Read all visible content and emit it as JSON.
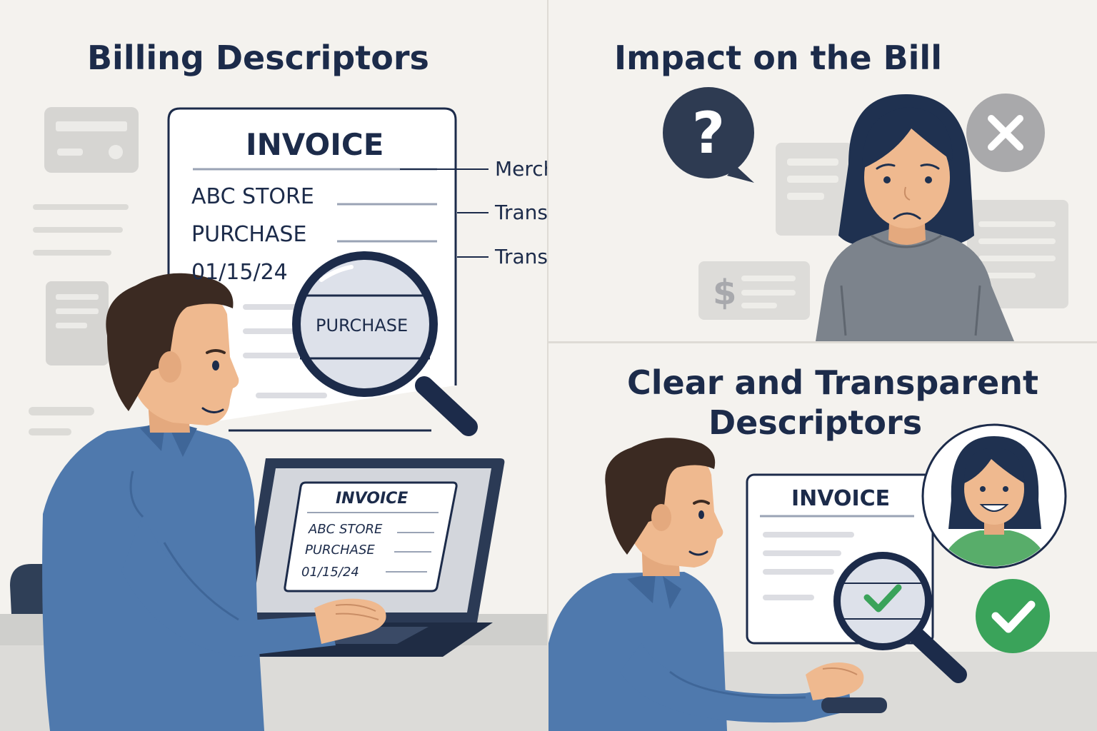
{
  "panels": {
    "billing": {
      "title": "Billing Descriptors",
      "invoice": {
        "heading": "INVOICE",
        "merchant": "ABC STORE",
        "type": "PURCHASE",
        "date": "01/15/24",
        "magnified": "PURCHASE"
      },
      "callouts": [
        "Merchant name",
        "Transaction type",
        "Transaction date"
      ],
      "laptop_invoice": {
        "heading": "INVOICE",
        "merchant": "ABC STORE",
        "type": "PURCHASE",
        "date": "01/15/24"
      }
    },
    "impact": {
      "title": "Impact on the Bill",
      "icons": [
        "question-bubble-icon",
        "x-circle-icon",
        "dollar-icon"
      ]
    },
    "clear": {
      "title_line1": "Clear and Transparent",
      "title_line2": "Descriptors",
      "invoice_heading": "INVOICE",
      "icons": [
        "check-icon",
        "check-circle-icon"
      ]
    }
  },
  "colors": {
    "navy": "#1c2b4a",
    "shirt_blue": "#4f79ad",
    "skin": "#efb98f",
    "hair": "#3b2a22",
    "green": "#3aa35a",
    "gray_panel": "#dddcd9",
    "background": "#f4f2ee"
  }
}
